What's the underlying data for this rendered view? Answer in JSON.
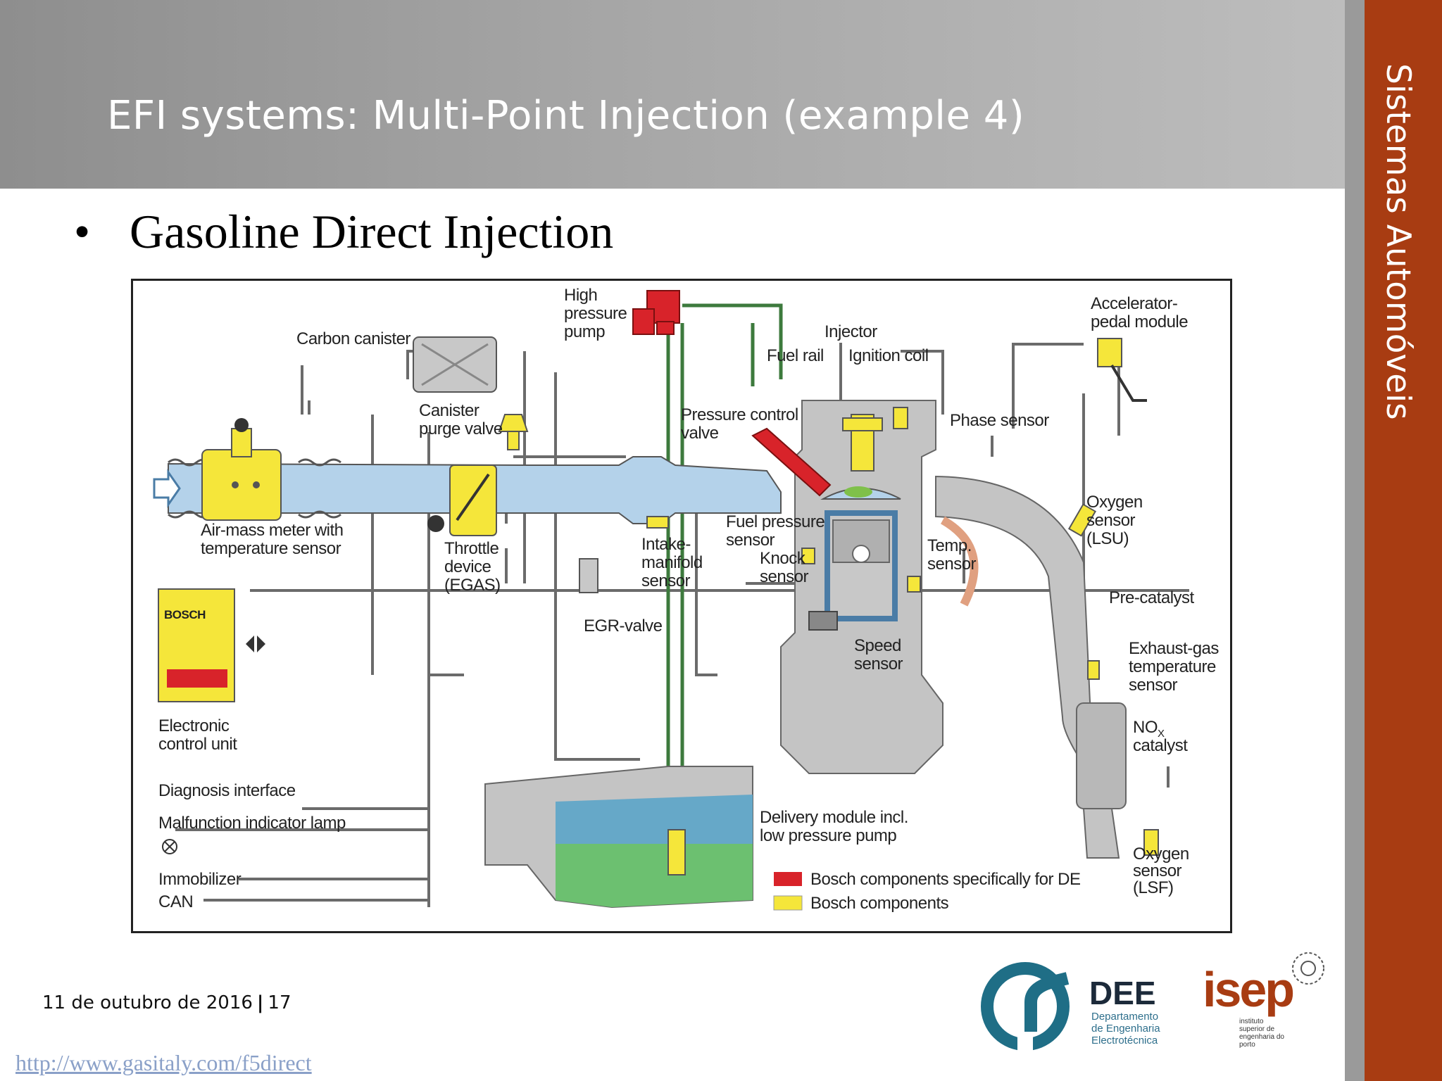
{
  "slide": {
    "title": "EFI systems: Multi-Point Injection (example 4)",
    "sidebar_title": "Sistemas Automóveis",
    "bullet_symbol": "•",
    "bullet_text": "Gasoline Direct Injection"
  },
  "diagram": {
    "labels": {
      "high_pressure_pump": [
        "High",
        "pressure",
        "pump"
      ],
      "carbon_canister": "Carbon canister",
      "injector": "Injector",
      "fuel_rail": "Fuel rail",
      "ignition_coil": "Ignition coil",
      "accelerator_pedal": [
        "Accelerator-",
        "pedal module"
      ],
      "canister_purge_valve": [
        "Canister",
        "purge valve"
      ],
      "pressure_control_valve": [
        "Pressure control",
        "valve"
      ],
      "phase_sensor": "Phase sensor",
      "oxygen_sensor_lsu": [
        "Oxygen",
        "sensor",
        "(LSU)"
      ],
      "air_mass_meter": [
        "Air-mass meter with",
        "temperature sensor"
      ],
      "throttle_device": [
        "Throttle",
        "device",
        "(EGAS)"
      ],
      "intake_manifold_sensor": [
        "Intake-",
        "manifold",
        "sensor"
      ],
      "fuel_pressure_sensor": [
        "Fuel pressure",
        "sensor"
      ],
      "knock_sensor": [
        "Knock",
        "sensor"
      ],
      "temp_sensor": [
        "Temp.",
        "sensor"
      ],
      "pre_catalyst": "Pre-catalyst",
      "egr_valve": "EGR-valve",
      "speed_sensor": [
        "Speed",
        "sensor"
      ],
      "exhaust_gas_temp": [
        "Exhaust-gas",
        "temperature",
        "sensor"
      ],
      "ecu": [
        "Electronic",
        "control unit"
      ],
      "ecu_brand": "BOSCH",
      "nox_catalyst_main": "NO",
      "nox_catalyst_sub": "X",
      "nox_catalyst_line2": "catalyst",
      "diagnosis_interface": "Diagnosis interface",
      "malfunction_lamp": "Malfunction indicator lamp",
      "immobilizer": "Immobilizer",
      "can": "CAN",
      "delivery_module": [
        "Delivery module incl.",
        "low pressure pump"
      ],
      "oxygen_sensor_lsf": [
        "Oxygen",
        "sensor",
        "(LSF)"
      ]
    },
    "legend": [
      {
        "label": "Bosch components specifically for DE",
        "color": "#d8232a"
      },
      {
        "label": "Bosch components",
        "color": "#f5e63a"
      }
    ]
  },
  "footer": {
    "date": "11 de outubro de 2016",
    "separator": "|",
    "page": "17",
    "link": "http://www.gasitaly.com/f5direct"
  },
  "logos": {
    "dee_title": "DEE",
    "dee_subtitle": [
      "Departamento",
      "de Engenharia",
      "Electrotécnica"
    ],
    "isep_title": "isep",
    "isep_subtitle": [
      "instituto",
      "superior de",
      "engenharia do",
      "porto"
    ]
  },
  "colors": {
    "accent": "#a83c12",
    "header_grey": "#a6a6a6",
    "bosch_de_red": "#d8232a",
    "bosch_yellow": "#f5e63a"
  }
}
